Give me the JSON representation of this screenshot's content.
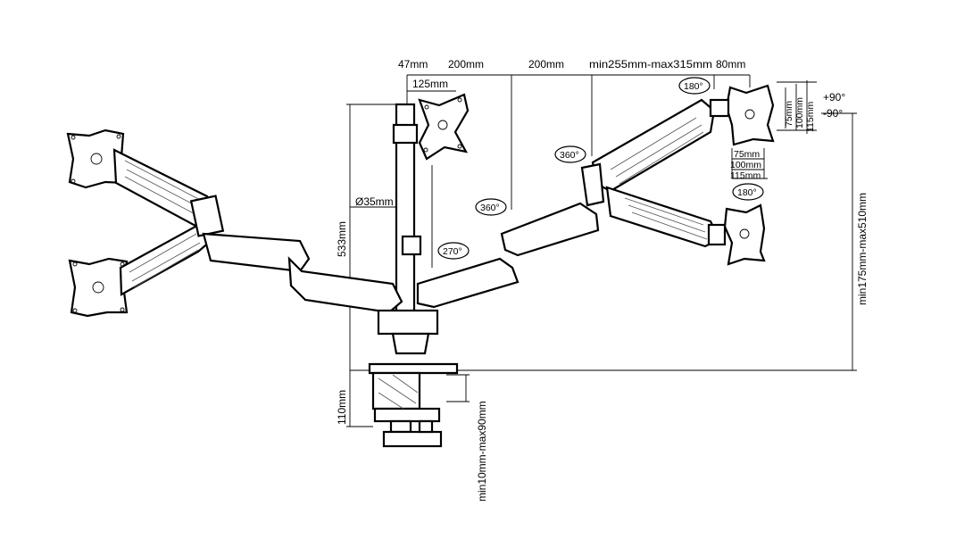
{
  "dimensions": {
    "d47": "47mm",
    "d200a": "200mm",
    "d200b": "200mm",
    "arm_range": "min255mm-max315mm",
    "d80": "80mm",
    "d125": "125mm",
    "pole_diameter": "Ø35mm",
    "pole_height": "533mm",
    "clamp_height": "110mm",
    "clamp_range": "min10mm-max90mm",
    "height_range": "min175mm-max510mm",
    "vesa75": "75mm",
    "vesa100": "100mm",
    "vesa115": "115mm",
    "vesa75b": "75mm",
    "vesa100b": "100mm",
    "vesa115b": "115mm"
  },
  "rotations": {
    "r180a": "180°",
    "r180b": "180°",
    "r360a": "360°",
    "r360b": "360°",
    "r270": "270°",
    "tilt_up": "+90°",
    "tilt_down": "-90°"
  }
}
